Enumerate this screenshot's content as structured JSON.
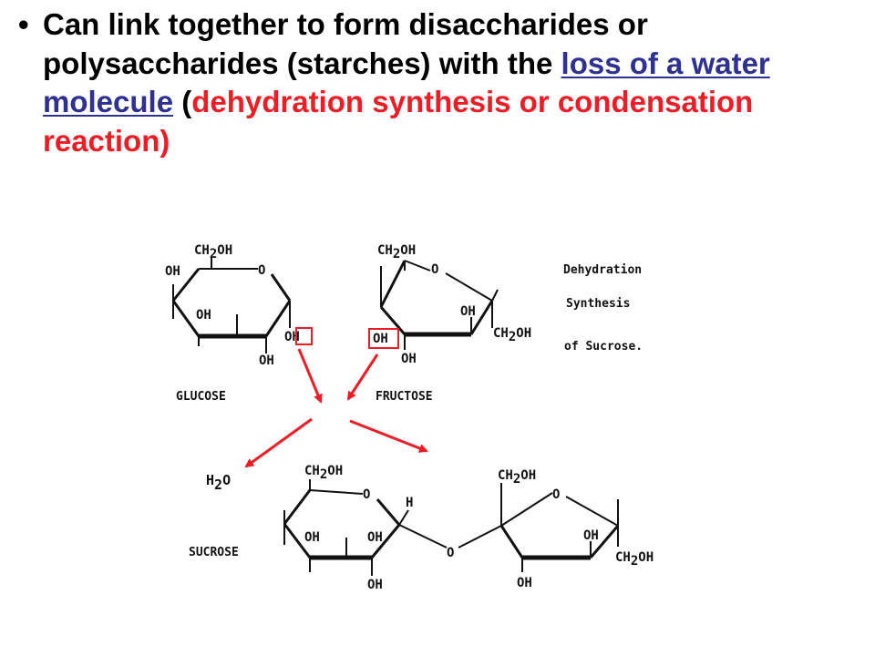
{
  "slide": {
    "bullet": "•",
    "text_part1": "Can link together to form disaccharides or polysaccharides (starches) with the ",
    "link_text": "loss of a water molecule",
    "text_part2": " (",
    "red_text": "dehydration synthesis or condensation reaction)",
    "colors": {
      "text": "#000000",
      "link": "#2e3192",
      "red": "#ee1c25"
    }
  },
  "diagram": {
    "caption": [
      "Dehydration",
      "Synthesis",
      "of Sucrose."
    ],
    "labels": {
      "glucose": "GLUCOSE",
      "fructose": "FRUCTOSE",
      "sucrose": "SUCROSE"
    },
    "atoms": {
      "ch2oh_main": "CH",
      "ch2oh_sub": "2",
      "ch2oh_tail": "OH",
      "oh": "OH",
      "o": "O",
      "h": "H",
      "water_h": "H",
      "water_sub": "2",
      "water_o": "O"
    },
    "colors": {
      "arrows": "#ee1c25",
      "highlight_box": "#ee1c25",
      "bonds": "#111111"
    }
  }
}
